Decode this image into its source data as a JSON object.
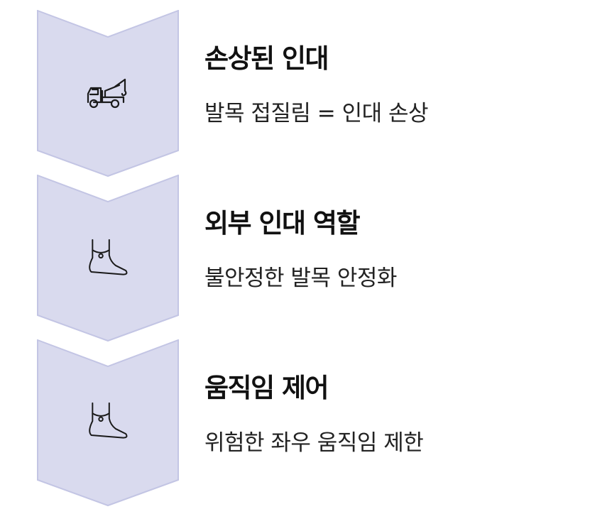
{
  "colors": {
    "chevron_fill": "#d9daee",
    "chevron_stroke": "#c3c5e4",
    "icon_stroke": "#1a1a1a"
  },
  "steps": [
    {
      "icon": "tow-truck-icon",
      "title": "손상된 인대",
      "description": "발목 접질림 = 인대 손상"
    },
    {
      "icon": "ankle-bracelet-foot-icon",
      "title": "외부 인대 역할",
      "description": "불안정한 발목 안정화"
    },
    {
      "icon": "ankle-bracelet-foot-icon",
      "title": "움직임 제어",
      "description": "위험한 좌우 움직임 제한"
    }
  ]
}
